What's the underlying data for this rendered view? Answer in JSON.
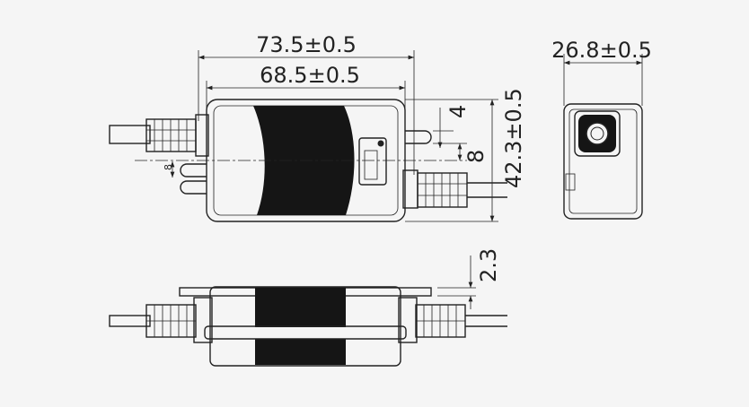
{
  "dimensions": {
    "overall_length": "73.5±0.5",
    "mount_spacing": "68.5±0.5",
    "height": "42.3±0.5",
    "depth": "26.8±0.5",
    "slot_offset": "4",
    "slot_width": "8",
    "slot_width_small": "8",
    "flange_thickness": "2.3"
  }
}
